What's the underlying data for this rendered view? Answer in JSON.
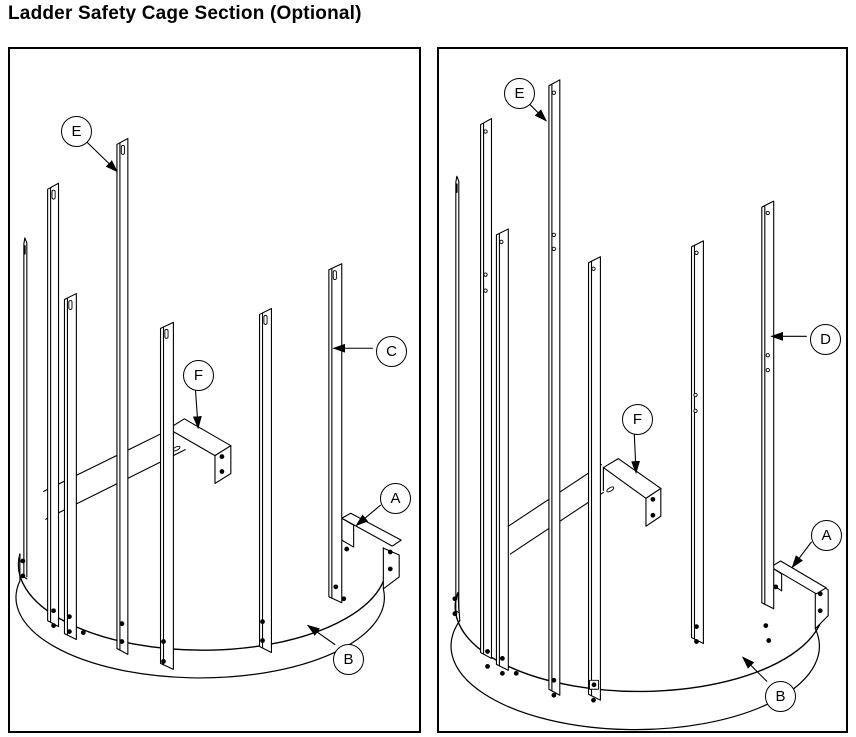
{
  "title": "Ladder Safety Cage Section (Optional)",
  "colors": {
    "line": "#000000",
    "background": "#ffffff"
  },
  "panels": [
    {
      "id": "left",
      "callouts": [
        {
          "label": "E"
        },
        {
          "label": "C"
        },
        {
          "label": "F"
        },
        {
          "label": "A"
        },
        {
          "label": "B"
        }
      ]
    },
    {
      "id": "right",
      "callouts": [
        {
          "label": "E"
        },
        {
          "label": "D"
        },
        {
          "label": "F"
        },
        {
          "label": "A"
        },
        {
          "label": "B"
        }
      ]
    }
  ]
}
